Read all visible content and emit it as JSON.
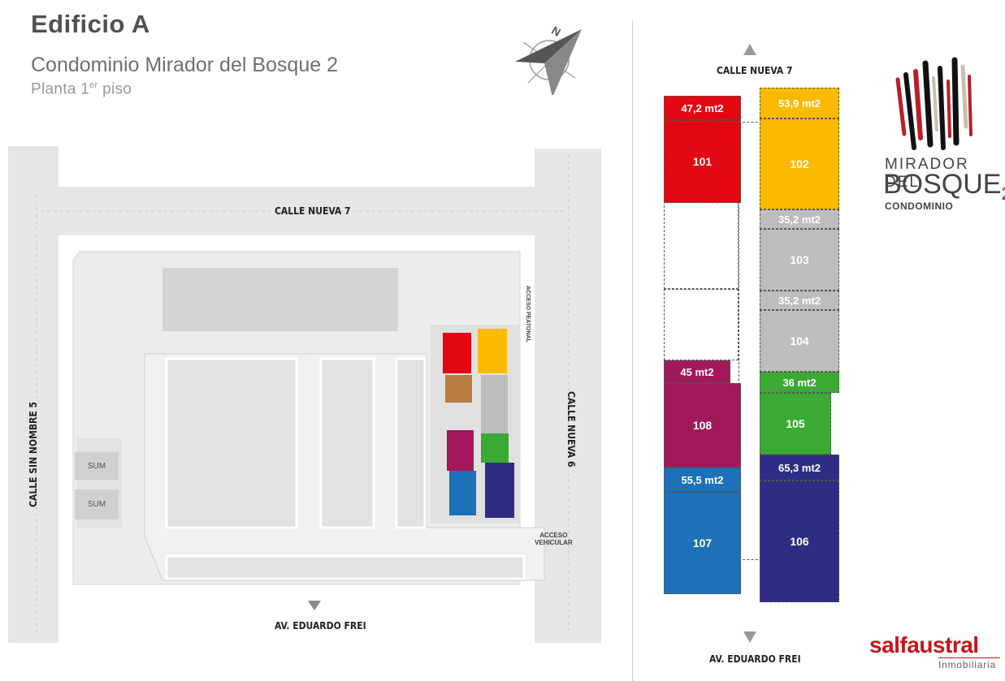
{
  "header": {
    "building": "Edificio A",
    "project": "Condominio Mirador del Bosque 2",
    "floor_prefix": "Planta 1",
    "floor_sup": "er",
    "floor_suffix": " piso",
    "compass_letter": "N"
  },
  "site_plan": {
    "street_top": "CALLE NUEVA 7",
    "street_left": "CALLE SIN NOMBRE 5",
    "street_right": "CALLE NUEVA 6",
    "street_bottom": "AV. EDUARDO FREI",
    "pedestrian_access": "ACCESO PEATONAL",
    "vehicle_access_1": "ACCESO",
    "vehicle_access_2": "VEHICULAR",
    "sum_1": "SUM",
    "sum_2": "SUM"
  },
  "floor_plan": {
    "street_top": "CALLE NUEVA 7",
    "street_bottom": "AV. EDUARDO FREI",
    "units": [
      {
        "id": "101",
        "area": "47,2 mt2",
        "color": "#e30613",
        "area_text_color": "#ffffff"
      },
      {
        "id": "102",
        "area": "53,9 mt2",
        "color": "#fbba00",
        "area_text_color": "#ffffff"
      },
      {
        "id": "103",
        "area": "35,2 mt2",
        "color": "#bdbdbd",
        "area_text_color": "#ffffff"
      },
      {
        "id": "104",
        "area": "35,2 mt2",
        "color": "#bdbdbd",
        "area_text_color": "#ffffff"
      },
      {
        "id": "105",
        "area": "36 mt2",
        "color": "#3aaa35",
        "area_text_color": "#ffffff"
      },
      {
        "id": "106",
        "area": "65,3 mt2",
        "color": "#2e2d83",
        "area_text_color": "#ffffff"
      },
      {
        "id": "107",
        "area": "55,5 mt2",
        "color": "#1d71b8",
        "area_text_color": "#ffffff"
      },
      {
        "id": "108",
        "area": "45 mt2",
        "color": "#a2195b",
        "area_text_color": "#ffffff"
      }
    ]
  },
  "logo": {
    "line1": "MIRADOR DEL",
    "line2": "BOSQUE",
    "line2_sub": "2",
    "line3": "CONDOMINIO"
  },
  "brand": {
    "name": "salfaustral",
    "tagline": "Inmobiliaria"
  }
}
